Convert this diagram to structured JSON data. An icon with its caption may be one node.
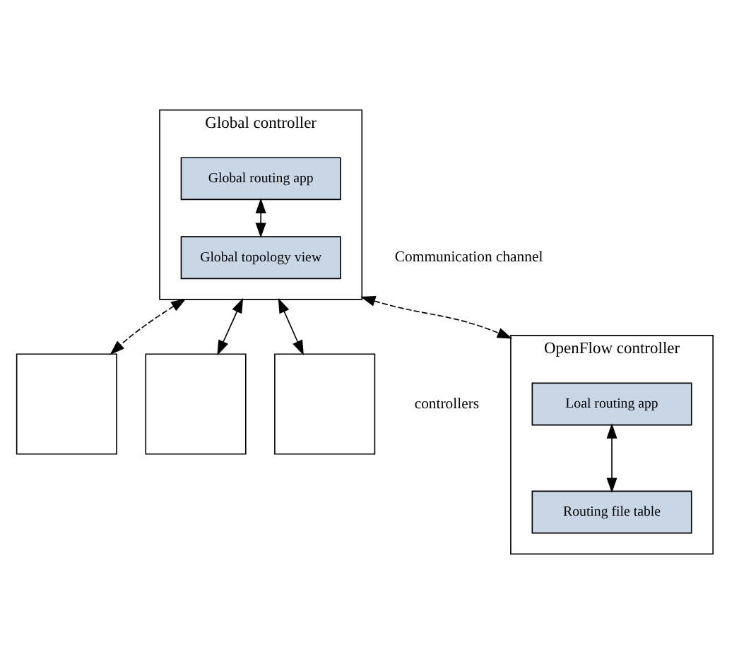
{
  "diagram": {
    "nodes": [
      {
        "text": [
          "Global controller"
        ]
      },
      {
        "text": [
          "Global routing app"
        ],
        "in": 0
      },
      {
        "text": [
          "Global topology view"
        ],
        "in": 0
      },
      {
        "text": [],
        "shape": "box"
      },
      {
        "text": [],
        "shape": "box"
      },
      {
        "text": [],
        "shape": "box"
      },
      {
        "text": [
          "OpenFlow controller"
        ]
      },
      {
        "text": [
          "Loal routing app"
        ],
        "in": 6
      },
      {
        "text": [
          "Routing file table"
        ],
        "in": 6
      }
    ],
    "edges": [
      {
        "from": 1,
        "to": 2,
        "arrow": "both"
      },
      {
        "from": 0,
        "to": 5,
        "arrow": "both"
      },
      {
        "from": 0,
        "to": 4,
        "arrow": "both"
      },
      {
        "from": 0,
        "to": 3,
        "arrow": "both",
        "style": "dashed"
      },
      {
        "from": 0,
        "to": 6,
        "arrow": "both",
        "style": "dashed"
      },
      {
        "from": 7,
        "to": 8,
        "arrow": "both"
      }
    ],
    "labels": [
      "Communication channel",
      "controllers"
    ]
  }
}
